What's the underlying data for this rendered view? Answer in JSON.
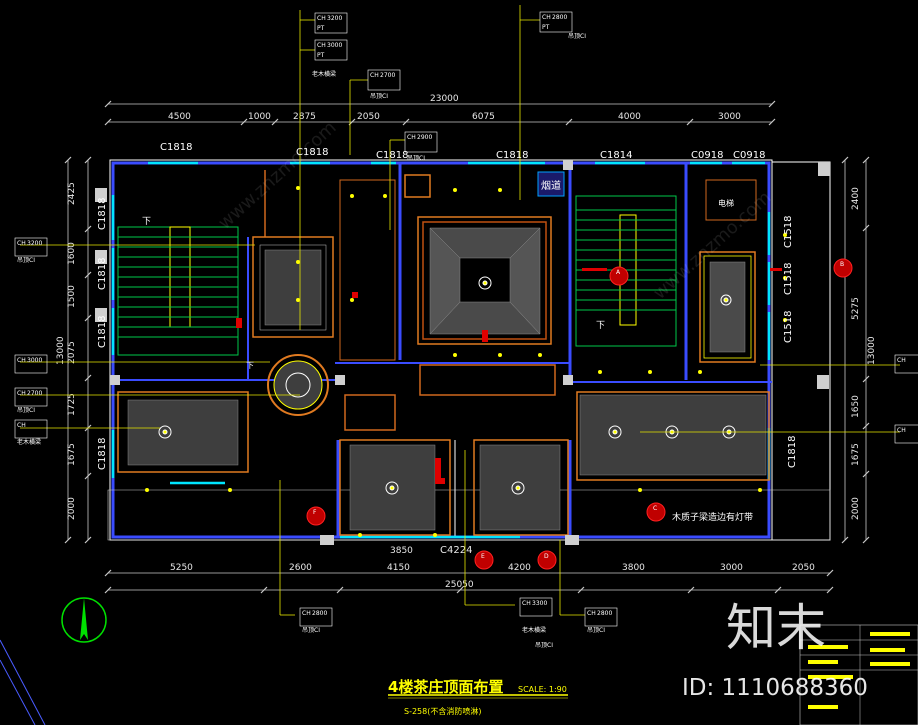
{
  "top_dims": [
    "4500",
    "1000",
    "2875",
    "2050",
    "6075",
    "4000",
    "3000"
  ],
  "top_total": "23000",
  "bottom_dims": [
    "5250",
    "2600",
    "4150",
    "4200",
    "3800",
    "3000",
    "2050"
  ],
  "bottom_total": "25050",
  "inner_dims": [
    "3850",
    "C4224"
  ],
  "left_dims": [
    "2425",
    "1600",
    "1500",
    "2075",
    "1725",
    "1675",
    "2000"
  ],
  "left_total": "13000",
  "right_dims": [
    "2400",
    "5275",
    "1650",
    "1675",
    "2000"
  ],
  "right_total": "13000",
  "windows_top": [
    "C1818",
    "C1818",
    "C1818",
    "C1818",
    "C1814",
    "C0918",
    "C0918"
  ],
  "windows_left": [
    "C1818",
    "C1818",
    "C1818",
    "C1818"
  ],
  "windows_right": [
    "C1518",
    "C1518",
    "C1518",
    "C1818"
  ],
  "room_labels": {
    "flue": "烟道",
    "elevator": "电梯",
    "down1": "下",
    "down2": "下",
    "down3": "下",
    "note": "木质子梁造边有灯带"
  },
  "section_markers": [
    "A",
    "B",
    "C",
    "D",
    "E",
    "F"
  ],
  "tag_lines": {
    "ch": "CH",
    "pt": "PT",
    "ceiling": "吊顶CI",
    "wood": "老木横梁",
    "values": [
      "3200",
      "3000",
      "2800",
      "2700",
      "2900",
      "3300"
    ]
  },
  "title": {
    "main": "4楼茶庄顶面布置",
    "scale": "SCALE: 1:90",
    "sub": "S-258(不含消防喷淋)"
  },
  "watermark": {
    "logo": "知末",
    "id": "ID: 1110688360",
    "site": "www.znzmo.com"
  }
}
